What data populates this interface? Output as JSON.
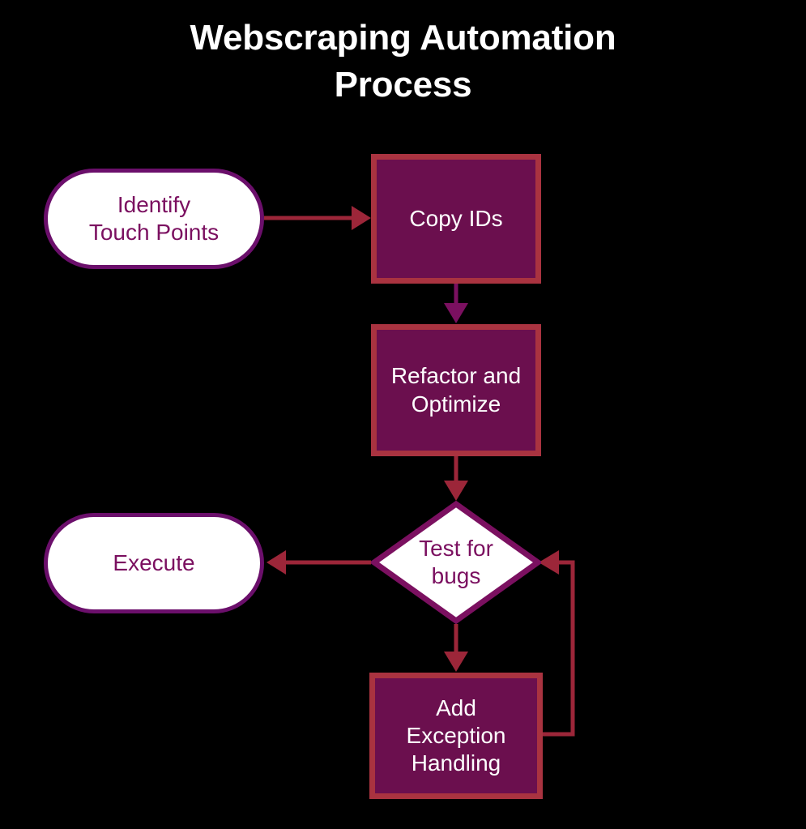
{
  "diagram": {
    "title": "Webscraping Automation\nProcess",
    "background_color": "#000000",
    "title_color": "#ffffff",
    "type": "flowchart",
    "colors": {
      "process_fill": "#6B0F4E",
      "process_border": "#A93340",
      "process_text": "#ffffff",
      "terminator_fill": "#ffffff",
      "terminator_border": "#6B0F6B",
      "terminator_text": "#7B1060",
      "decision_fill": "#ffffff",
      "decision_border": "#7B1060",
      "decision_text": "#7B1060",
      "arrow_maroon": "#9C2639",
      "arrow_purple": "#7B1060"
    },
    "nodes": [
      {
        "id": "identify-touch-points",
        "label": "Identify\nTouch Points",
        "shape": "terminator"
      },
      {
        "id": "copy-ids",
        "label": "Copy IDs",
        "shape": "process"
      },
      {
        "id": "refactor-and-optimize",
        "label": "Refactor and\nOptimize",
        "shape": "process"
      },
      {
        "id": "test-for-bugs",
        "label": "Test for\nbugs",
        "shape": "decision"
      },
      {
        "id": "execute",
        "label": "Execute",
        "shape": "terminator"
      },
      {
        "id": "add-exception-handling",
        "label": "Add\nException\nHandling",
        "shape": "process"
      }
    ],
    "edges": [
      {
        "id": "identify-to-copy",
        "from": "identify-touch-points",
        "to": "copy-ids",
        "direction": "right",
        "color": "#9C2639"
      },
      {
        "id": "copy-to-refactor",
        "from": "copy-ids",
        "to": "refactor-and-optimize",
        "direction": "down",
        "color": "#7B1060"
      },
      {
        "id": "refactor-to-test",
        "from": "refactor-and-optimize",
        "to": "test-for-bugs",
        "direction": "down",
        "color": "#9C2639"
      },
      {
        "id": "test-to-execute",
        "from": "test-for-bugs",
        "to": "execute",
        "direction": "left",
        "color": "#9C2639"
      },
      {
        "id": "test-to-exception",
        "from": "test-for-bugs",
        "to": "add-exception-handling",
        "direction": "down",
        "color": "#9C2639"
      },
      {
        "id": "exception-to-test",
        "from": "add-exception-handling",
        "to": "test-for-bugs",
        "direction": "loop-right-up",
        "color": "#9C2639"
      }
    ]
  }
}
